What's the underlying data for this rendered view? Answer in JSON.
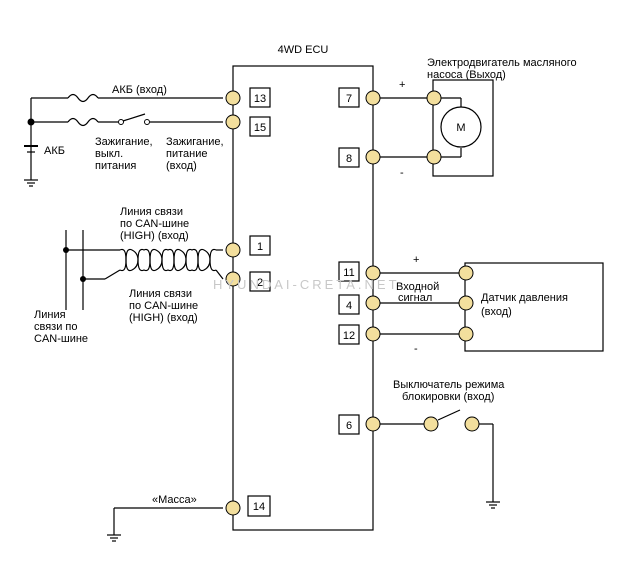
{
  "ecu_title": "4WD ECU",
  "pins": {
    "p13": "13",
    "p15": "15",
    "p1": "1",
    "p2": "2",
    "p14": "14",
    "p7": "7",
    "p8": "8",
    "p11": "11",
    "p4": "4",
    "p12": "12",
    "p6": "6"
  },
  "labels": {
    "battery_in": "АКБ (вход)",
    "battery": "АКБ",
    "ign_off_l1": "Зажигание,",
    "ign_off_l2": "выкл.",
    "ign_off_l3": "питания",
    "ign_in_l1": "Зажигание,",
    "ign_in_l2": "питание",
    "ign_in_l3": "(вход)",
    "can_high_top_l1": "Линия связи",
    "can_high_top_l2": "по CAN-шине",
    "can_high_top_l3": "(HIGH) (вход)",
    "can_high_bot_l1": "Линия связи",
    "can_high_bot_l2": "по CAN-шине",
    "can_high_bot_l3": "(HIGH) (вход)",
    "can_line_l1": "Линия",
    "can_line_l2": "связи по",
    "can_line_l3": "CAN-шине",
    "ground": "«Масса»",
    "motor_l1": "Электродвигатель масляного",
    "motor_l2": "насоса (Выход)",
    "motor_symbol": "M",
    "input_signal_l1": "Входной",
    "input_signal_l2": "сигнал",
    "pressure_l1": "Датчик давления",
    "pressure_l2": "(вход)",
    "lock_l1": "Выключатель режима",
    "lock_l2": "блокировки (вход)",
    "plus_motor": "+",
    "minus_motor": "-",
    "plus_sensor": "+",
    "minus_sensor": "-"
  },
  "watermark": "HYUNDAI-CRETA.NET"
}
